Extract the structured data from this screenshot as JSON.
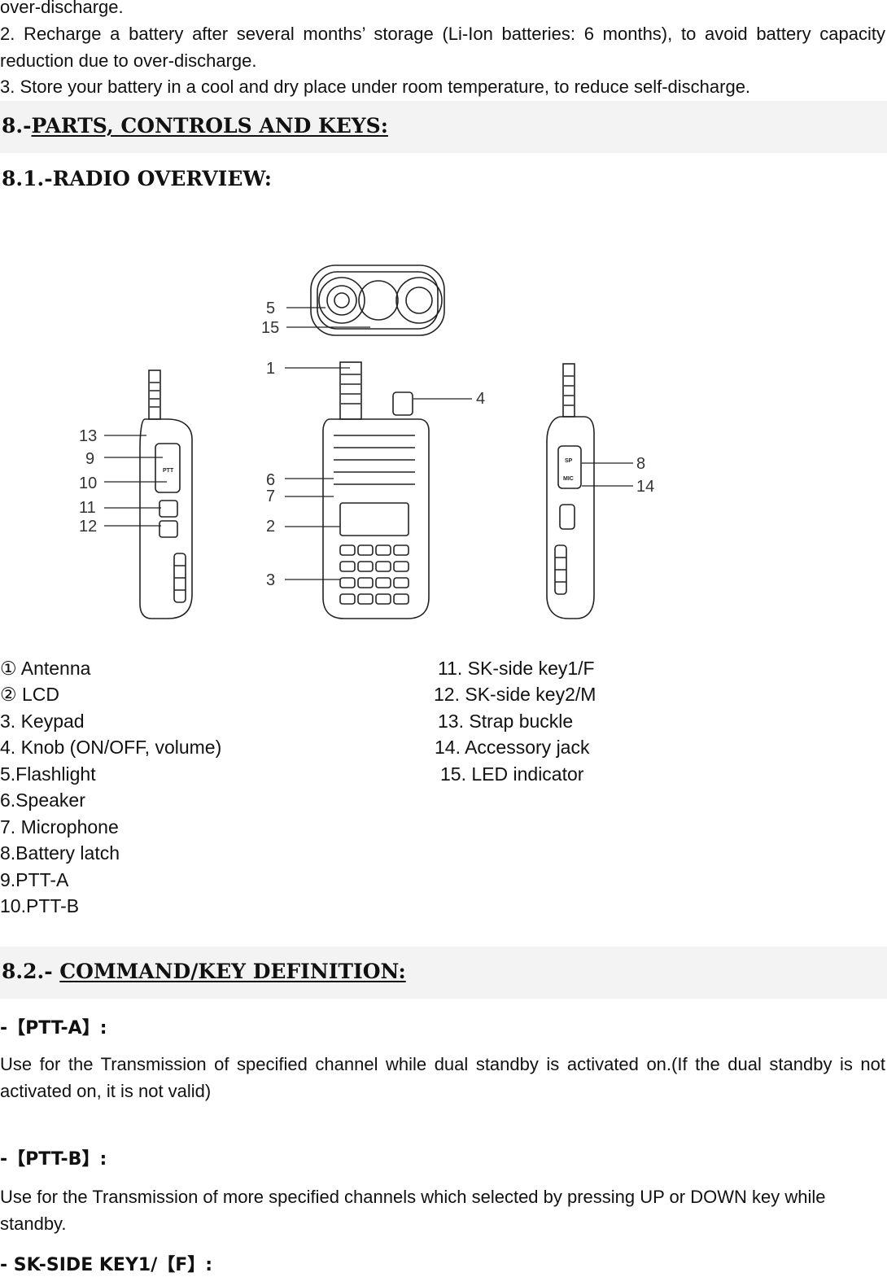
{
  "intro": {
    "line0": "over-discharge.",
    "para2": "2. Recharge a battery after several months’ storage (Li-Ion batteries: 6 months), to avoid battery capacity reduction due to over-discharge.",
    "para3": "3. Store your battery in a cool and dry place under room temperature, to reduce self-discharge."
  },
  "section8": {
    "number": "8.-",
    "title": "PARTS, CONTROLS AND KEYS:"
  },
  "section81": {
    "title": "8.1.-RADIO OVERVIEW:"
  },
  "figure": {
    "callouts": [
      "5",
      "15",
      "1",
      "4",
      "13",
      "9",
      "10",
      "11",
      "12",
      "6",
      "7",
      "2",
      "3",
      "8",
      "14"
    ],
    "button_marks": {
      "ptt": "PTT",
      "sp": "SP",
      "mic": "MIC"
    }
  },
  "parts_left": [
    "① Antenna",
    "② LCD",
    "3. Keypad",
    "4. Knob (ON/OFF, volume)",
    "5.Flashlight",
    "6.Speaker",
    "7. Microphone",
    "8.Battery latch",
    "9.PTT-A",
    "10.PTT-B"
  ],
  "parts_right": [
    "11. SK-side key1/F",
    "12. SK-side key2/M",
    "13. Strap buckle",
    "14. Accessory jack",
    "15. LED indicator"
  ],
  "section82": {
    "number": "8.2.- ",
    "title": "COMMAND/KEY DEFINITION:"
  },
  "keys": [
    {
      "heading": "-【PTT-A】:",
      "text": "Use for the Transmission of specified channel while dual standby is activated on.(If the dual standby is not activated on, it is not valid)"
    },
    {
      "heading": "-【PTT-B】:",
      "text": "Use for the Transmission of more specified channels which selected by pressing UP or DOWN key while standby."
    },
    {
      "heading": "- SK-SIDE KEY1/【F】:"
    }
  ]
}
